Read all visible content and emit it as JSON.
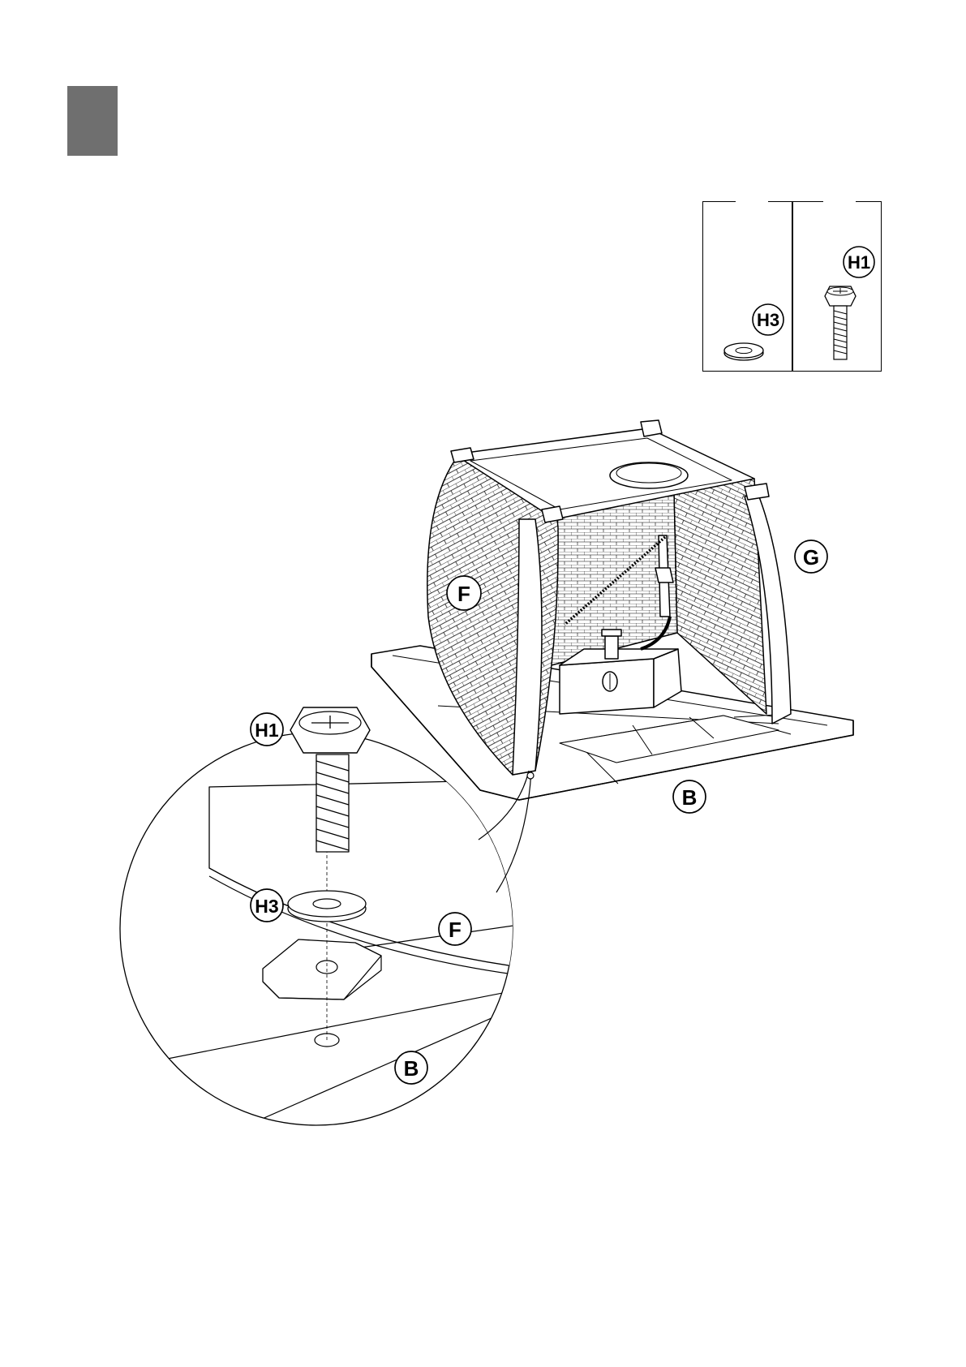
{
  "step": {
    "number": ""
  },
  "parts_box": {
    "items": [
      {
        "code": "H3",
        "name": "washer-part"
      },
      {
        "code": "H1",
        "name": "bolt-part"
      }
    ]
  },
  "assembly": {
    "callouts": {
      "F_main": "F",
      "G": "G",
      "B_main": "B",
      "H1_detail": "H1",
      "H3_detail": "H3",
      "F_detail": "F",
      "B_detail": "B"
    }
  },
  "colors": {
    "step_block": "#6f6f6f",
    "line": "#000000",
    "paper": "#ffffff"
  }
}
